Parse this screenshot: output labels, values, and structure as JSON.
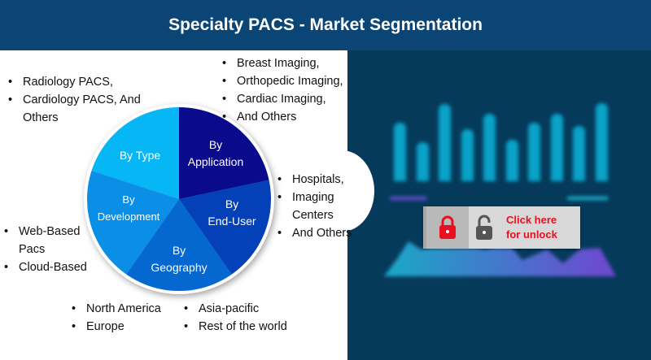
{
  "header": {
    "title": "Specialty PACS - Market Segmentation"
  },
  "segments": [
    {
      "label_1": "By",
      "label_2": "Application",
      "color": "#0a0a8c"
    },
    {
      "label_1": "By",
      "label_2": "End-User",
      "color": "#0441b8"
    },
    {
      "label_1": "By",
      "label_2": "Geography",
      "color": "#0567d0"
    },
    {
      "label_1": "By",
      "label_2": "Development",
      "color": "#0a8ee6"
    },
    {
      "label_1": "By Type",
      "label_2": "",
      "color": "#06b6f5"
    }
  ],
  "lists": {
    "type": [
      "Radiology PACS,",
      "Cardiology PACS, And Others"
    ],
    "application": [
      "Breast Imaging,",
      "Orthopedic Imaging,",
      "Cardiac Imaging,",
      "And Others"
    ],
    "end_user": [
      "Hospitals,",
      "Imaging Centers",
      "And Others"
    ],
    "development": [
      "Web-Based Pacs",
      "Cloud-Based"
    ],
    "geography_left": [
      "North America",
      "Europe"
    ],
    "geography_right": [
      "Asia-pacific",
      "Rest of the world"
    ]
  },
  "unlock": {
    "line1": "Click here",
    "line2": "for unlock",
    "lock_icon": "lock-icon",
    "unlock_icon": "unlock-icon",
    "text_color": "#e8101e"
  }
}
